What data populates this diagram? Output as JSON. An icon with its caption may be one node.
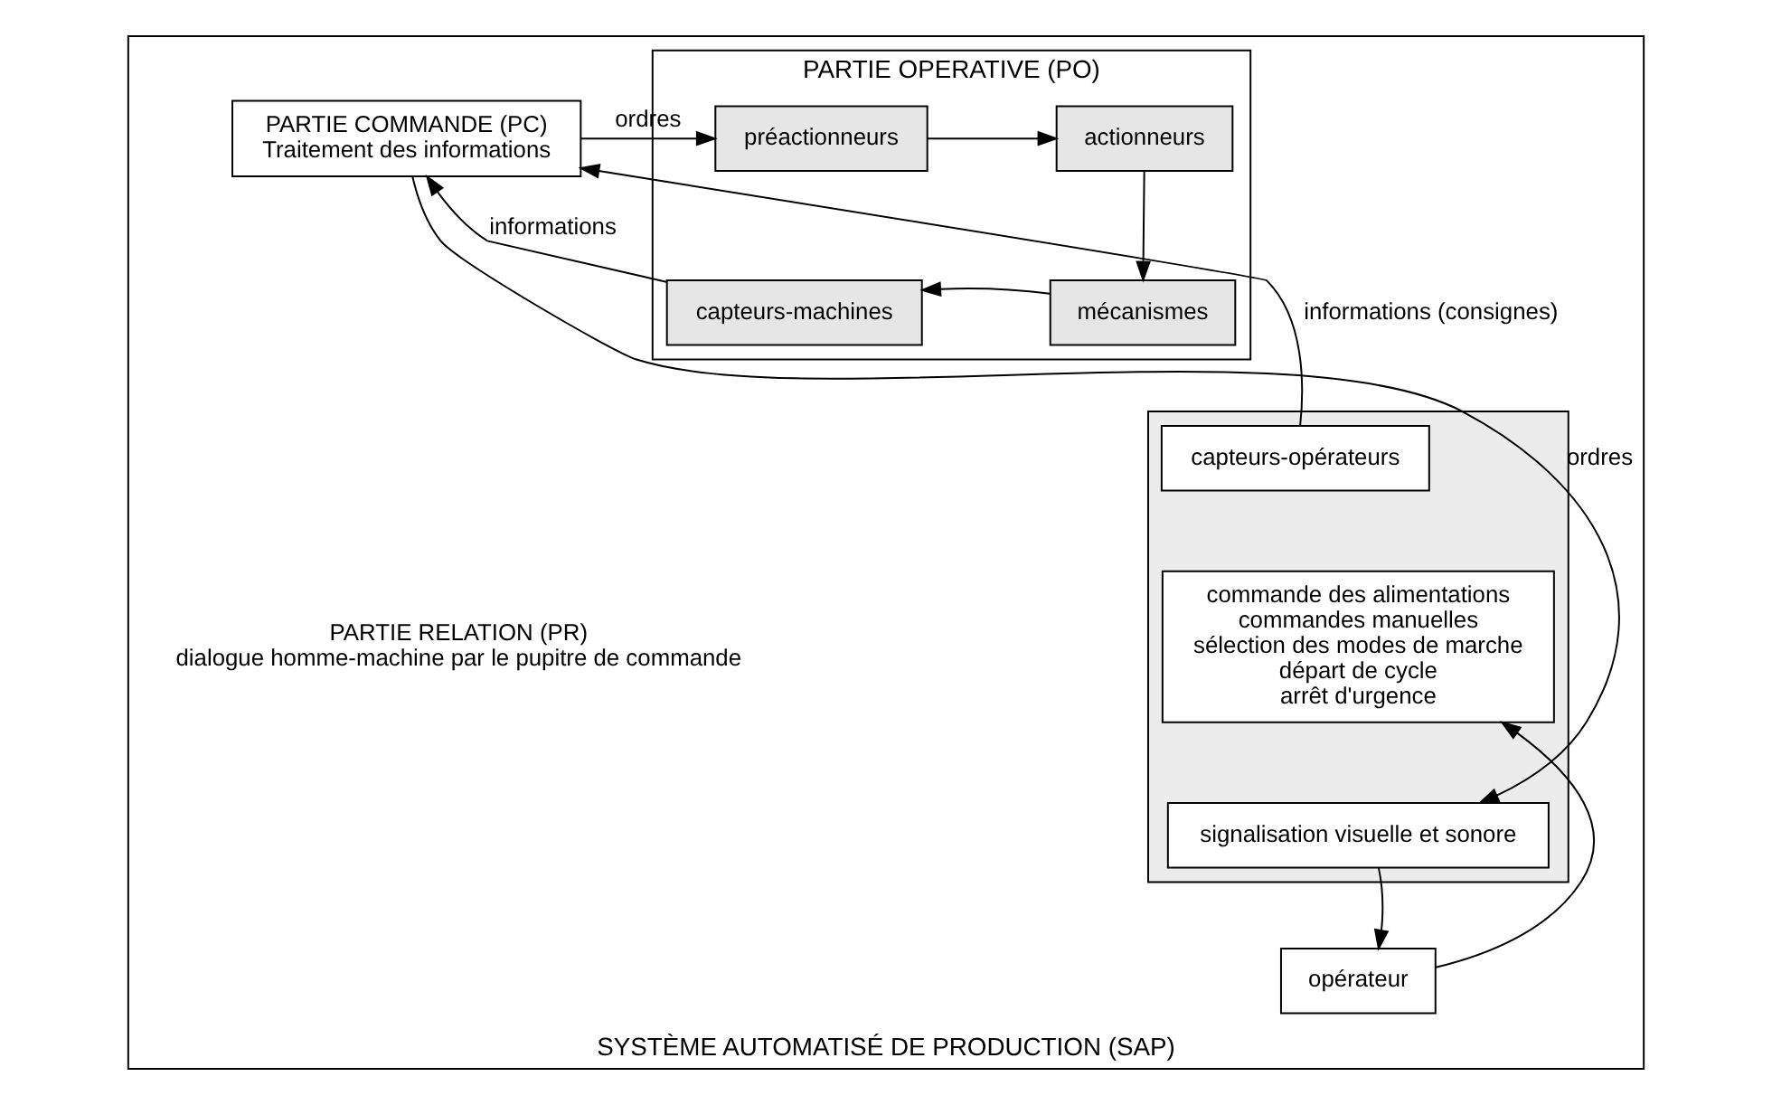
{
  "diagram": {
    "nodes": [
      {
        "text": [
          "SYSTÈME AUTOMATISÉ DE PRODUCTION (SAP)"
        ]
      },
      {
        "text": [
          "PARTIE COMMANDE (PC)",
          "Traitement des informations"
        ],
        "in": 0
      },
      {
        "text": [
          "PARTIE OPERATIVE (PO)"
        ],
        "in": 0
      },
      {
        "text": [
          "préactionneurs"
        ],
        "in": 2
      },
      {
        "text": [
          "actionneurs"
        ],
        "in": 2
      },
      {
        "text": [
          "mécanismes"
        ],
        "in": 2
      },
      {
        "text": [
          "capteurs-machines"
        ],
        "in": 2
      },
      {
        "text": [],
        "shape": "box",
        "in": 0,
        "beside": [
          "PARTIE RELATION (PR)",
          "dialogue homme-machine par le pupitre de commande"
        ]
      },
      {
        "text": [
          "capteurs-opérateurs"
        ],
        "in": 7
      },
      {
        "text": [
          "commande des alimentations",
          "commandes manuelles",
          "sélection des modes de marche",
          "départ de cycle",
          "arrêt d'urgence"
        ],
        "in": 7
      },
      {
        "text": [
          "signalisation visuelle et sonore"
        ],
        "in": 7
      },
      {
        "text": [
          "opérateur"
        ],
        "in": 0
      }
    ],
    "edges": [
      {
        "from": 1,
        "to": 3,
        "arrow": "to",
        "label": "ordres"
      },
      {
        "from": 3,
        "to": 4,
        "arrow": "to"
      },
      {
        "from": 4,
        "to": 5,
        "arrow": "to"
      },
      {
        "from": 5,
        "to": 6,
        "arrow": "to"
      },
      {
        "from": 6,
        "to": 1,
        "arrow": "to",
        "label": "informations"
      },
      {
        "from": 8,
        "to": 1,
        "arrow": "to",
        "label": "informations (consignes)"
      },
      {
        "from": 1,
        "to": 10,
        "arrow": "to",
        "label": "ordres"
      },
      {
        "from": 10,
        "to": 11,
        "arrow": "to"
      },
      {
        "from": 11,
        "to": 9,
        "arrow": "to"
      }
    ]
  }
}
